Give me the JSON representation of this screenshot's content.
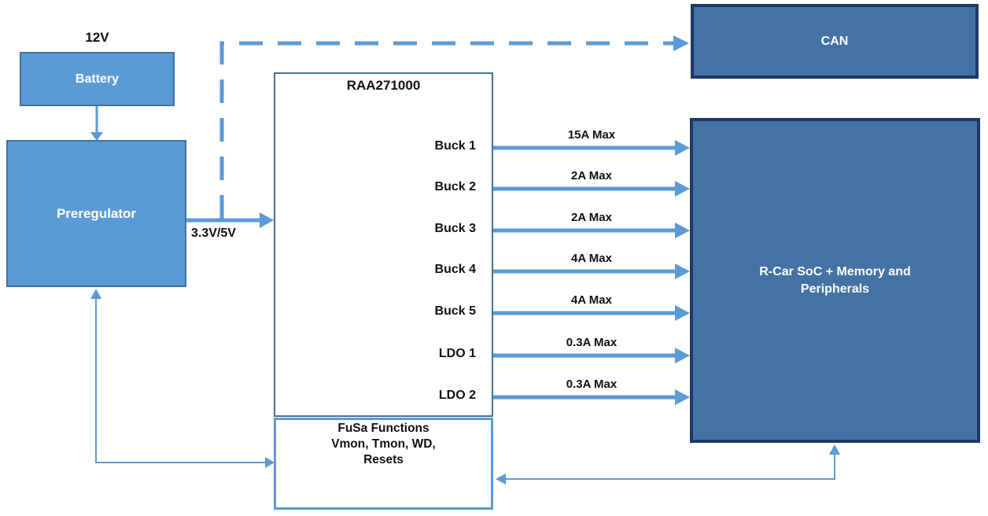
{
  "blocks": {
    "battery_input": "12V",
    "battery": "Battery",
    "preregulator": "Preregulator",
    "preregulator_output": "3.3V/5V",
    "pmic_title": "RAA271000",
    "can": "CAN",
    "soc": "R-Car SoC + Memory and Peripherals",
    "fusa_lines": [
      "FuSa Functions",
      "Vmon, Tmon, WD,",
      "Resets"
    ]
  },
  "outputs": [
    {
      "channel": "Buck 1",
      "current": "15A Max"
    },
    {
      "channel": "Buck 2",
      "current": "2A Max"
    },
    {
      "channel": "Buck 3",
      "current": "2A Max"
    },
    {
      "channel": "Buck 4",
      "current": "4A Max"
    },
    {
      "channel": "Buck 5",
      "current": "4A Max"
    },
    {
      "channel": "LDO 1",
      "current": "0.3A Max"
    },
    {
      "channel": "LDO 2",
      "current": "0.3A Max"
    }
  ],
  "colors": {
    "light_blue_fill": "#5b9bd5",
    "light_blue_border": "#41719c",
    "dark_blue_fill": "#4472a4",
    "dark_blue_border": "#1f3864",
    "arrow_blue": "#5b9bd5",
    "text_dark": "#111111",
    "text_light": "#ffffff"
  }
}
